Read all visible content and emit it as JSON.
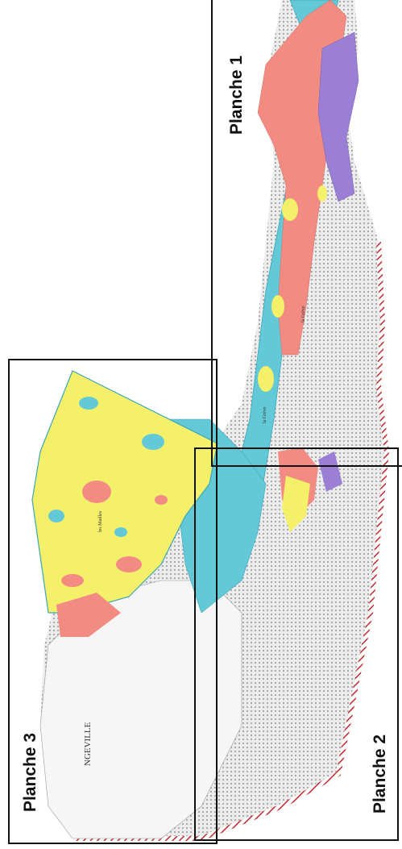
{
  "planches": [
    {
      "label": "Planche 1"
    },
    {
      "label": "Planche 2"
    },
    {
      "label": "Planche 3"
    }
  ],
  "places": [
    {
      "label": "la Grève"
    },
    {
      "label": "la Grève"
    },
    {
      "label": "les Mailles"
    },
    {
      "label": "NGEVILLE"
    }
  ],
  "colors": {
    "zone_red": "#f28b82",
    "zone_yellow": "#f5f06a",
    "zone_blue": "#63c9d6",
    "zone_purple": "#9b7fd4",
    "urban_grey": "#d9d9d9",
    "boundary": "#c0282d",
    "frame": "#111111"
  }
}
